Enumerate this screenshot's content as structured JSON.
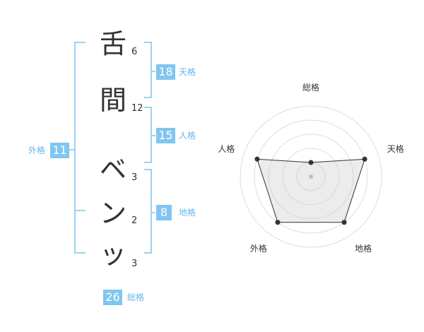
{
  "name_chars": [
    {
      "char": "舌",
      "strokes": "6"
    },
    {
      "char": "間",
      "strokes": "12"
    },
    {
      "char": "ベ",
      "strokes": "3"
    },
    {
      "char": "ン",
      "strokes": "2"
    },
    {
      "char": "ッ",
      "strokes": "3"
    }
  ],
  "kaku": {
    "tenkaku": {
      "value": "18",
      "label": "天格"
    },
    "jinkaku": {
      "value": "15",
      "label": "人格"
    },
    "chikaku": {
      "value": "8",
      "label": "地格"
    },
    "gaikaku": {
      "value": "11",
      "label": "外格"
    },
    "soukaku": {
      "value": "26",
      "label": "総格"
    }
  },
  "colors": {
    "accent": "#80c6f1",
    "label": "#63b6ec",
    "bracket": "#7cc4ee"
  },
  "chart_data": {
    "type": "radar",
    "axes": [
      "総格",
      "天格",
      "地格",
      "外格",
      "人格"
    ],
    "values": [
      1,
      4,
      4,
      4,
      4
    ],
    "max": 5
  }
}
